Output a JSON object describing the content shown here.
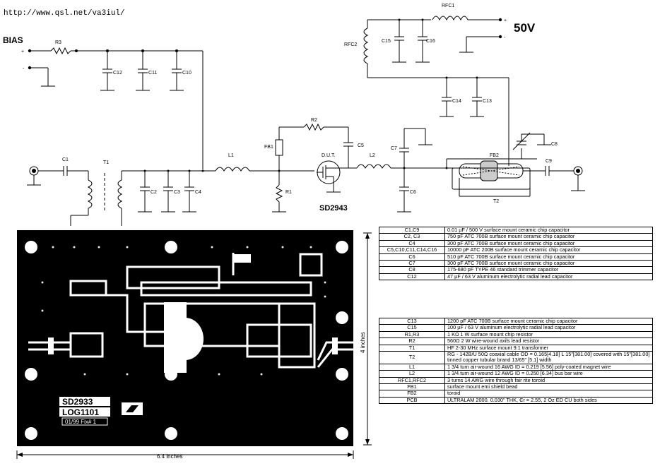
{
  "url": "http://www.qsl.net/va3iul/",
  "schematic": {
    "bias_label": "BIAS",
    "supply_label": "50V",
    "device_label": "SD2943",
    "dut_label": "D.U.T.",
    "plus": "+",
    "minus": "-",
    "components": [
      "R3",
      "C12",
      "C11",
      "C10",
      "C15",
      "C16",
      "RFC1",
      "RFC2",
      "C14",
      "C13",
      "R2",
      "FB1",
      "C5",
      "L1",
      "L2",
      "C7",
      "FB2",
      "C8",
      "C9",
      "C1",
      "T1",
      "C2",
      "C3",
      "C4",
      "R1",
      "C6",
      "T2"
    ]
  },
  "pcb": {
    "board_text": [
      "SD2933",
      "LOG1101",
      "01/99 Fix# 1"
    ],
    "width_label": "6.4 inches",
    "height_label": "4 inches"
  },
  "bom": [
    {
      "ref": "C1,C9",
      "desc": "0.01 µF / 500 V surface mount ceramic chip capacitor"
    },
    {
      "ref": "C2, C3",
      "desc": "750 pF ATC 700B surface mount ceramic chip capacitor"
    },
    {
      "ref": "C4",
      "desc": "300 pF ATC 700B surface mount ceramic chip capacitor"
    },
    {
      "ref": "C5,C10,C11,C14,C16",
      "desc": "10000 pF ATC 200B surface mount ceramic chip capacitor"
    },
    {
      "ref": "C6",
      "desc": "510 pF ATC 700B surface mount ceramic chip capacitor"
    },
    {
      "ref": "C7",
      "desc": "300 pF ATC 700B surface mount ceramic chip capacitor"
    },
    {
      "ref": "C8",
      "desc": "175-680 pF TYPE 46 standard trimmer capacitor"
    },
    {
      "ref": "C12",
      "desc": "47 µF / 63 V aluminum electrolytic radial lead capacitor"
    },
    {
      "ref": "C13",
      "desc": "1200 pF ATC 700B surface mount ceramic chip capacitor"
    },
    {
      "ref": "C15",
      "desc": "100 µF / 63 V aluminum electrolytic radial lead capacitor"
    },
    {
      "ref": "R1,R3",
      "desc": "1 KΩ 1 W surface mount chip resistor"
    },
    {
      "ref": "R2",
      "desc": "560Ω 2 W wire-wound axils lead resistor"
    },
    {
      "ref": "T1",
      "desc": "HF 2-30 MHz surface mount 9:1 transformer"
    },
    {
      "ref": "T2",
      "desc": "RG - 142B/U 50Ω coaxial cable OD = 0.165[4.18] L 15\"[381.00] covered with 15\"[381.00] tinned copper tubular brand 13/65\" [5.1] width"
    },
    {
      "ref": "L1",
      "desc": "1 3/4 turn air-wound 16 AWG ID = 0.219 [5.56] poly-coated magnet wire"
    },
    {
      "ref": "L2",
      "desc": "1 3/4 turn air-wound 12 AWG ID = 0.250 [6.34] bus bar wire"
    },
    {
      "ref": "RFC1,RFC2",
      "desc": "3 turns 14 AWG wire through fair rite toroid"
    },
    {
      "ref": "FB1",
      "desc": "surface mount emi shield bead"
    },
    {
      "ref": "FB2",
      "desc": "toroid"
    },
    {
      "ref": "PCB",
      "desc": "ULTRALAM 2000. 0.030\" THK, Єr = 2.55, 2 Oz ED CU both sides"
    }
  ]
}
